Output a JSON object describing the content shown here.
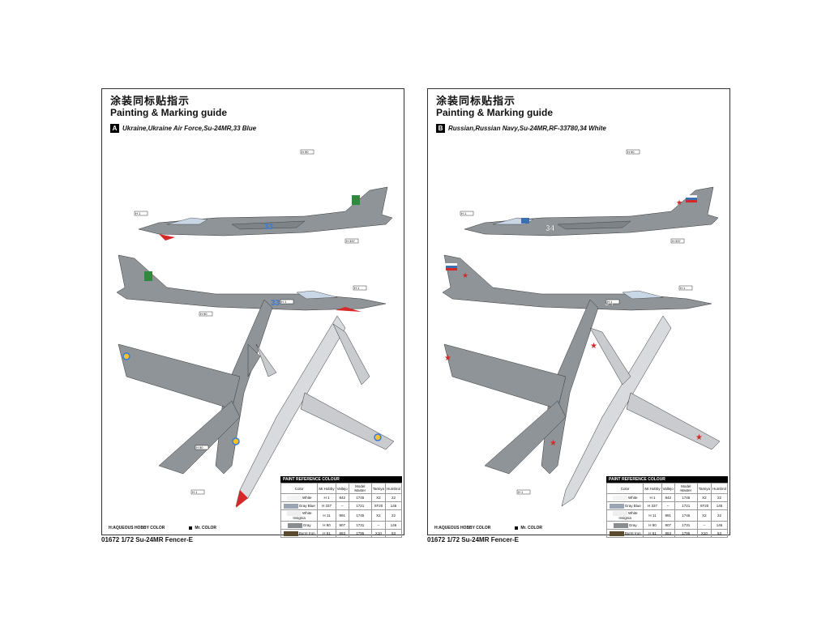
{
  "sheets": [
    {
      "title_cn": "涂装同标贴指示",
      "title_en": "Painting & Marking guide",
      "scheme_letter": "A",
      "scheme_text": "Ukraine,Ukraine Air Force,Su-24MR,33 Blue",
      "side_number": "33",
      "side_number_color": "#3a7bd5",
      "emblem_color": "#2e8b3e"
    },
    {
      "title_cn": "涂装同标贴指示",
      "title_en": "Painting & Marking guide",
      "scheme_letter": "B",
      "scheme_text": "Russian,Russian Navy,Su-24MR,RF-33780,34 White",
      "side_number": "34",
      "side_number_color": "#ffffff",
      "emblem_color": "#d62828"
    }
  ],
  "legend": {
    "aqueous": "H:AQUEOUS HOBBY COLOR",
    "mrcolor": "Mr. COLOR"
  },
  "paint_table": {
    "caption": "PAINT REFERENCE COLOUR",
    "headers": [
      "Color",
      "Mr.Hobby",
      "Vallejo",
      "Model Master",
      "Tamiya",
      "Humbrol"
    ],
    "rows": [
      {
        "name": "White",
        "hobby": "H 1",
        "vallejo": "842",
        "mm": "1745",
        "tamiya": "X2",
        "humbrol": "22",
        "color": "#f4f4f4"
      },
      {
        "name": "Gray Blue",
        "hobby": "H 337",
        "vallejo": "--",
        "mm": "1721",
        "tamiya": "XF20",
        "humbrol": "145",
        "color": "#9aa4b2"
      },
      {
        "name": "White Insignia",
        "hobby": "H 11",
        "vallejo": "991",
        "mm": "1745",
        "tamiya": "X2",
        "humbrol": "22",
        "color": "#eeeeee"
      },
      {
        "name": "Gray",
        "hobby": "H 90",
        "vallejo": "907",
        "mm": "1731",
        "tamiya": "--",
        "humbrol": "146",
        "color": "#8a8d90"
      },
      {
        "name": "Burnt Iron",
        "hobby": "H 61",
        "vallejo": "863",
        "mm": "1795",
        "tamiya": "X10",
        "humbrol": "53",
        "color": "#5a4a30"
      }
    ]
  },
  "footer": "01672  1/72 Su-24MR Fencer-E"
}
